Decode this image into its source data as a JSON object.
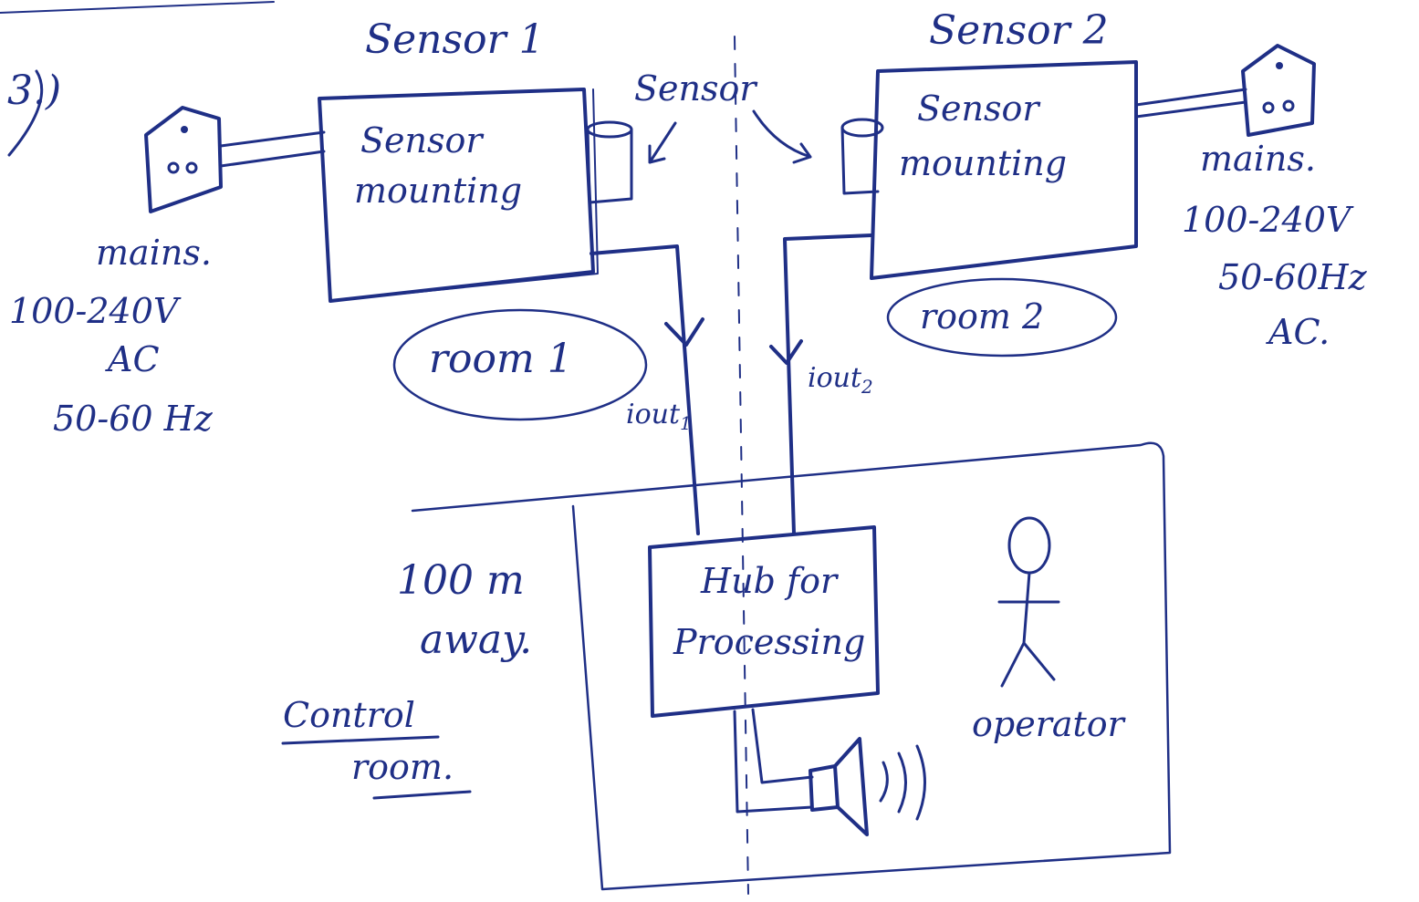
{
  "question_number": "3.)",
  "sensor1": {
    "title": "Sensor 1",
    "box_line1": "Sensor",
    "box_line2": "mounting",
    "room": "room 1",
    "current": "iout",
    "current_sub": "1"
  },
  "sensor2": {
    "title": "Sensor 2",
    "box_line1": "Sensor",
    "box_line2": "mounting",
    "room": "room 2",
    "current": "iout",
    "current_sub": "2"
  },
  "sensor_pointer_label": "Sensor",
  "mains_left": {
    "label": "mains.",
    "voltage": "100-240V",
    "type": "AC",
    "freq": "50-60 Hz"
  },
  "mains_right": {
    "label": "mains.",
    "voltage": "100-240V",
    "freq": "50-60Hz",
    "type": "AC."
  },
  "hub": {
    "line1": "Hub for",
    "line2": "Processing"
  },
  "distance": {
    "line1": "100 m",
    "line2": "away."
  },
  "control_room": {
    "line1": "Control",
    "line2": "room."
  },
  "operator_label": "operator",
  "ink_color": "#1f2f86"
}
